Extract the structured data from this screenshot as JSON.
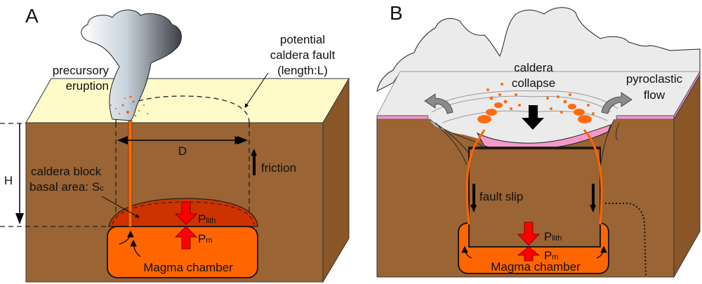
{
  "colors": {
    "top_surface_a": "#fffac8",
    "crust": "#9a6434",
    "crust_side": "#8a5628",
    "magma": "#ff6600",
    "magma_dome": "#cc3300",
    "pressure_arrow": "#ff0000",
    "ash_surface_b": "#ebebeb",
    "pink_layer": "#f599c8",
    "flow_arrow": "#8c8c8c"
  },
  "panel_a": {
    "label": "A",
    "precursory": "precursory",
    "eruption": "eruption",
    "potential": "potential",
    "caldera_fault": "caldera fault",
    "length": "(length:L)",
    "D": "D",
    "H": "H",
    "friction": "friction",
    "caldera_block": "caldera block",
    "basal_area": "basal area: S",
    "basal_sub": "c",
    "P_lith": "P",
    "P_lith_sub": "lith",
    "P_m": "P",
    "P_m_sub": "m",
    "magma_chamber": "Magma chamber"
  },
  "panel_b": {
    "label": "B",
    "caldera": "caldera",
    "collapse": "collapse",
    "pyroclastic": "pyroclastic",
    "flow": "flow",
    "fault_slip": "fault slip",
    "P_lith": "P",
    "P_lith_sub": "lith",
    "P_m": "P",
    "P_m_sub": "m",
    "magma_chamber": "Magma chamber"
  }
}
